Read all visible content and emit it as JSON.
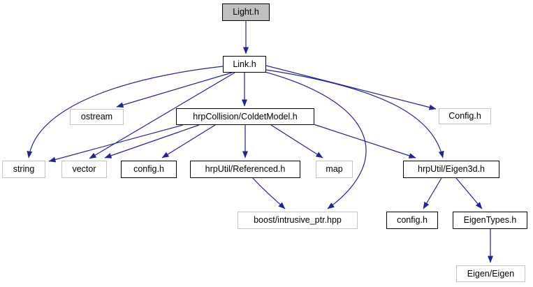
{
  "diagram": {
    "type": "include-dependency-graph",
    "root_file": "Light.h",
    "colors": {
      "edge": "#22229a",
      "documented_node_border": "#000000",
      "external_node_border": "#c4c4c4",
      "current_node_fill": "#bfbfbf",
      "node_background": "#ffffff",
      "text": "#000000"
    },
    "nodes": {
      "light": {
        "label": "Light.h",
        "type": "current"
      },
      "link": {
        "label": "Link.h",
        "type": "documented"
      },
      "ostream": {
        "label": "ostream",
        "type": "external"
      },
      "coldet": {
        "label": "hrpCollision/ColdetModel.h",
        "type": "documented"
      },
      "config_top": {
        "label": "Config.h",
        "type": "external"
      },
      "string": {
        "label": "string",
        "type": "external"
      },
      "vector": {
        "label": "vector",
        "type": "external"
      },
      "config_mid": {
        "label": "config.h",
        "type": "documented"
      },
      "referenced": {
        "label": "hrpUtil/Referenced.h",
        "type": "documented"
      },
      "map": {
        "label": "map",
        "type": "external"
      },
      "eigen3d": {
        "label": "hrpUtil/Eigen3d.h",
        "type": "documented"
      },
      "boost": {
        "label": "boost/intrusive_ptr.hpp",
        "type": "external"
      },
      "config_bot": {
        "label": "config.h",
        "type": "documented"
      },
      "eigentypes": {
        "label": "EigenTypes.h",
        "type": "documented"
      },
      "eigen_eigen": {
        "label": "Eigen/Eigen",
        "type": "external"
      }
    },
    "edges": [
      {
        "from": "Light.h",
        "to": "Link.h"
      },
      {
        "from": "Link.h",
        "to": "ostream"
      },
      {
        "from": "Link.h",
        "to": "string"
      },
      {
        "from": "Link.h",
        "to": "vector"
      },
      {
        "from": "Link.h",
        "to": "hrpCollision/ColdetModel.h"
      },
      {
        "from": "Link.h",
        "to": "Config.h"
      },
      {
        "from": "Link.h",
        "to": "hrpUtil/Eigen3d.h"
      },
      {
        "from": "Link.h",
        "to": "boost/intrusive_ptr.hpp"
      },
      {
        "from": "hrpCollision/ColdetModel.h",
        "to": "string"
      },
      {
        "from": "hrpCollision/ColdetModel.h",
        "to": "vector"
      },
      {
        "from": "hrpCollision/ColdetModel.h",
        "to": "config.h"
      },
      {
        "from": "hrpCollision/ColdetModel.h",
        "to": "hrpUtil/Referenced.h"
      },
      {
        "from": "hrpCollision/ColdetModel.h",
        "to": "map"
      },
      {
        "from": "hrpCollision/ColdetModel.h",
        "to": "hrpUtil/Eigen3d.h"
      },
      {
        "from": "hrpUtil/Referenced.h",
        "to": "boost/intrusive_ptr.hpp"
      },
      {
        "from": "hrpUtil/Eigen3d.h",
        "to": "config.h (hrpUtil)"
      },
      {
        "from": "hrpUtil/Eigen3d.h",
        "to": "EigenTypes.h"
      },
      {
        "from": "EigenTypes.h",
        "to": "Eigen/Eigen"
      }
    ]
  }
}
